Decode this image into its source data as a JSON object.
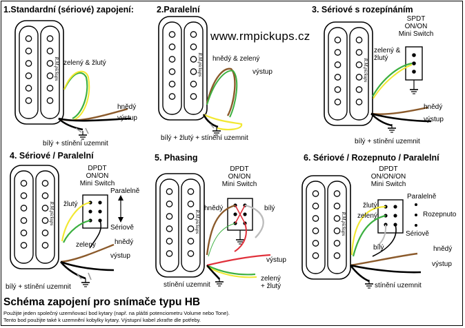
{
  "site": "www.rmpickups.cz",
  "brand": "R.M.pickups",
  "panels": [
    {
      "title": "1.Standardní (sériové) zapojení:",
      "labels": {
        "green_yellow": "zelený & žlutý",
        "brown": "hnědý",
        "output": "výstup",
        "ground": "bílý + stínění uzemnit"
      }
    },
    {
      "title": "2.Paralelní",
      "labels": {
        "brown_green": "hnědý & zelený",
        "output": "výstup",
        "ground": "bílý + žlutý + stínění uzemnit"
      }
    },
    {
      "title": "3. Sériové s rozepínáním",
      "labels": {
        "switch": "SPDT\nON/ON\nMini Switch",
        "green_yellow": "zelený &\nžlutý",
        "brown": "hnědý",
        "output": "výstup",
        "ground": "bílý + stínění uzemnit"
      }
    },
    {
      "title": "4. Sériové / Paralelní",
      "labels": {
        "switch": "DPDT\nON/ON\nMini Switch",
        "parallel": "Paralelně",
        "yellow": "žlutý",
        "series": "Sériově",
        "green": "zelený",
        "brown": "hnědý",
        "output": "výstup",
        "ground": "bílý + stínění uzemnit"
      }
    },
    {
      "title": "5. Phasing",
      "labels": {
        "switch": "DPDT\nON/ON\nMini Switch",
        "brown": "hnědý",
        "white": "bílý",
        "output": "výstup",
        "ground": "stínění uzemnit",
        "green_yellow": "zelený\n+ žlutý"
      }
    },
    {
      "title": "6. Sériové / Rozepnuto / Paralelní",
      "labels": {
        "switch": "DPDT\nON/ON/ON\nMini Switch",
        "parallel": "Paralelně",
        "yellow": "žlutý",
        "green": "zelený",
        "open": "Rozepnuto",
        "series": "Sériově",
        "white": "bílý",
        "brown": "hnědý",
        "output": "výstup",
        "ground": "stínění uzemnit"
      }
    }
  ],
  "footer": {
    "title": "Schéma zapojení pro snímače typu HB",
    "line1": "Použijte jeden společný uzemňovací bod kytary (např. na plášti potenciometru Volume nebo Tone).",
    "line2": "Tento bod použijte také k uzemnění kobylky kytary. Výstupní kabel zkraťte dle potřeby."
  },
  "colors": {
    "green": "#3cb040",
    "yellow": "#f2e832",
    "brown": "#8b5a2b",
    "white": "#bbbbbb",
    "red": "#e0303a",
    "ground": "#000000"
  }
}
